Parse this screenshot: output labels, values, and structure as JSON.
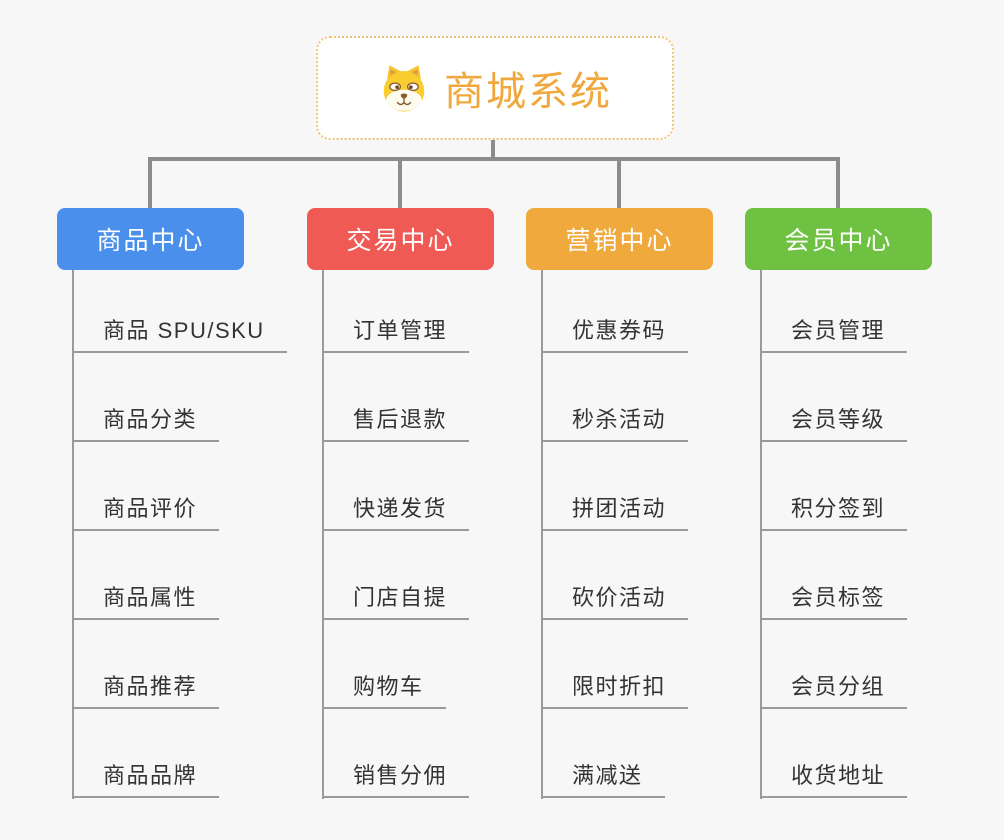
{
  "root": {
    "title": "商城系统",
    "icon": "dog-face-icon",
    "accent_color": "#F0A83E",
    "border_color": "#F2C376"
  },
  "branches": [
    {
      "label": "商品中心",
      "color": "#4A8FEC",
      "items": [
        "商品 SPU/SKU",
        "商品分类",
        "商品评价",
        "商品属性",
        "商品推荐",
        "商品品牌"
      ]
    },
    {
      "label": "交易中心",
      "color": "#EF5A54",
      "items": [
        "订单管理",
        "售后退款",
        "快递发货",
        "门店自提",
        "购物车",
        "销售分佣"
      ]
    },
    {
      "label": "营销中心",
      "color": "#EFA93C",
      "items": [
        "优惠券码",
        "秒杀活动",
        "拼团活动",
        "砍价活动",
        "限时折扣",
        "满减送"
      ]
    },
    {
      "label": "会员中心",
      "color": "#6FC142",
      "items": [
        "会员管理",
        "会员等级",
        "积分签到",
        "会员标签",
        "会员分组",
        "收货地址"
      ]
    }
  ],
  "palette": {
    "background": "#F7F7F7",
    "connector_line": "#8C8C8C",
    "item_line": "#9A9A9A",
    "item_text": "#333333"
  }
}
